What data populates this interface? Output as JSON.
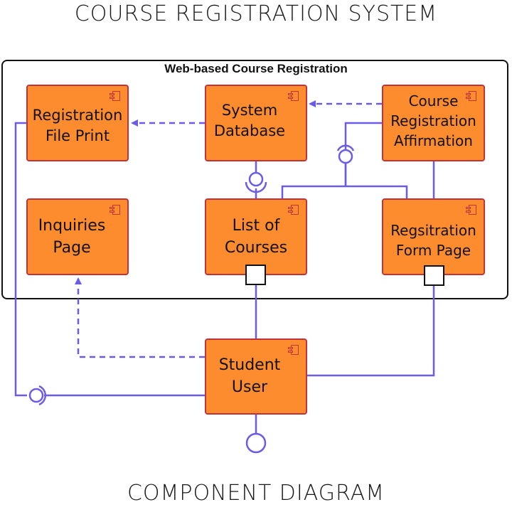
{
  "header": {
    "title": "COURSE REGISTRATION SYSTEM"
  },
  "footer": {
    "title": "COMPONENT DIAGRAM"
  },
  "boundary": {
    "label": "Web-based Course Registration"
  },
  "components": {
    "registration_file_print": {
      "label": "Registration\nFile Print",
      "icon": "component-icon"
    },
    "system_database": {
      "label": "System\nDatabase",
      "icon": "component-icon"
    },
    "course_registration_affirmation": {
      "label": "Course\nRegistration\nAffirmation",
      "icon": "component-icon"
    },
    "inquiries_page": {
      "label": "Inquiries\nPage",
      "icon": "component-icon"
    },
    "list_of_courses": {
      "label": "List of\nCourses",
      "icon": "component-icon"
    },
    "registration_form_page": {
      "label": "Regsitration\nForm Page",
      "icon": "component-icon"
    },
    "student_user": {
      "label": "Student\nUser",
      "icon": "component-icon"
    }
  },
  "colors": {
    "component_fill": "#fd8c2f",
    "component_border": "#c0333b",
    "connector": "#6b5ce7",
    "frame": "#111111"
  }
}
